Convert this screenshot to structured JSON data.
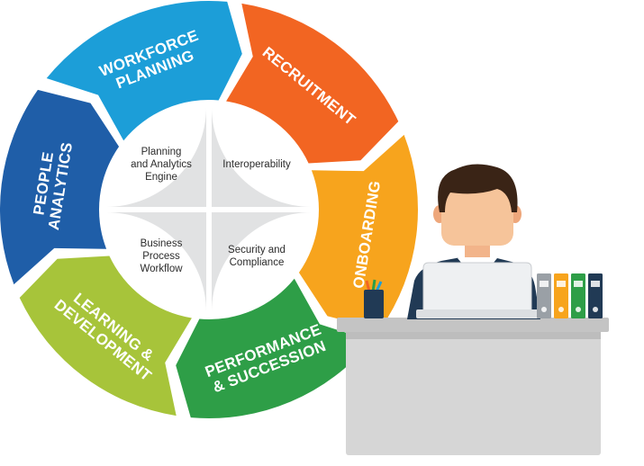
{
  "cycle": {
    "segments": [
      {
        "id": "workforce-planning",
        "lines": [
          "WORKFORCE",
          "PLANNING"
        ],
        "color": "#1c9ed8"
      },
      {
        "id": "recruitment",
        "lines": [
          "RECRUITMENT"
        ],
        "color": "#f26522"
      },
      {
        "id": "onboarding",
        "lines": [
          "ONBOARDING"
        ],
        "color": "#f7a41d"
      },
      {
        "id": "performance-succession",
        "lines": [
          "PERFORMANCE",
          "& SUCCESSION"
        ],
        "color": "#2e9e47"
      },
      {
        "id": "learning-development",
        "lines": [
          "LEARNING &",
          "DEVELOPMENT"
        ],
        "color": "#a7c43a"
      },
      {
        "id": "people-analytics",
        "lines": [
          "PEOPLE",
          "ANALYTICS"
        ],
        "color": "#1f5ea8"
      }
    ]
  },
  "core": {
    "quadrants": [
      {
        "id": "planning-analytics-engine",
        "lines": [
          "Planning",
          "and Analytics",
          "Engine"
        ]
      },
      {
        "id": "interoperability",
        "lines": [
          "Interoperability"
        ]
      },
      {
        "id": "business-process-workflow",
        "lines": [
          "Business",
          "Process",
          "Workflow"
        ]
      },
      {
        "id": "security-compliance",
        "lines": [
          "Security and",
          "Compliance"
        ]
      }
    ],
    "color": "#e1e2e3"
  },
  "illustration": {
    "desk_color": "#d6d6d6",
    "desk_top_color": "#c4c4c4",
    "suit_color": "#213a55",
    "binder_colors": [
      "#9aa0a6",
      "#f7a41d",
      "#2e9e47",
      "#213a55"
    ]
  }
}
